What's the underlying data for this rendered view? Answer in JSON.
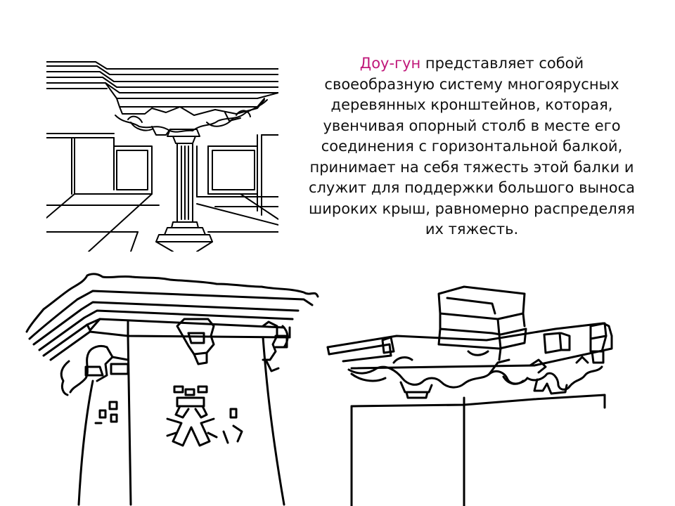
{
  "slide": {
    "term": "Доу-гун",
    "paragraph_lines": [
      " представляет собой",
      "своеобразную систему многоярусных",
      "деревянных кронштейнов, которая,",
      "увенчивая опорный столб в месте его",
      "соединения с горизонтальной балкой,",
      "принимает на себя тяжесть этой балки и",
      "служит для поддержки большого выноса",
      "широких крыш, равномерно распределяя",
      "их тяжесть."
    ],
    "term_color": "#c0187a"
  }
}
